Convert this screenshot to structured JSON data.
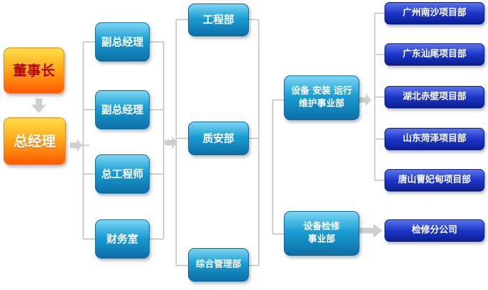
{
  "diagram": {
    "board": "董事长",
    "gm": "总经理",
    "deputies": [
      "副总经理",
      "副总经理",
      "总工程师",
      "财务室"
    ],
    "departments": [
      "工程部",
      "质安部",
      "综合管理部"
    ],
    "divisions": [
      "设备 安装 运行\n维护事业部",
      "设备检修\n事业部"
    ],
    "projects": [
      "广州南沙项目部",
      "广东汕尾项目部",
      "湖北赤壁项目部",
      "山东菏泽项目部",
      "唐山曹妃甸项目部"
    ],
    "subsidiary": "检修分公司"
  },
  "colors": {
    "orange_top": "#ffe04a",
    "orange_bottom": "#ff5a00",
    "blue_top": "#7cd6f4",
    "blue_bottom": "#0d6fa6",
    "navy_top": "#5a73ea",
    "navy_bottom": "#0c1f8f",
    "connector": "#cfcfcf"
  }
}
